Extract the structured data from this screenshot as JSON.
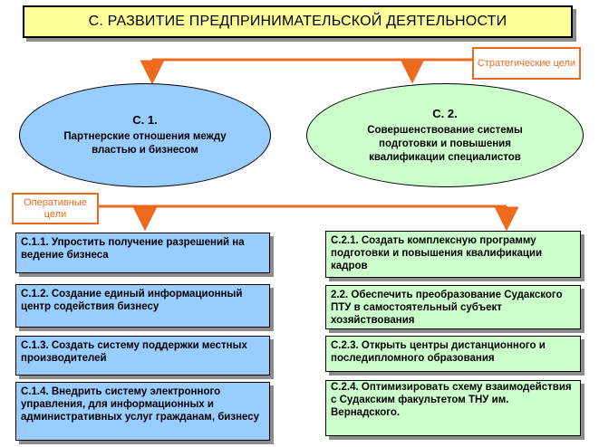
{
  "title": "С. РАЗВИТИЕ ПРЕДПРИНИМАТЕЛЬСКОЙ ДЕЯТЕЛЬНОСТИ",
  "labels": {
    "strategic": "Стратегические цели",
    "operational": "Оперативные цели"
  },
  "strategic_goals": [
    {
      "code": "С. 1.",
      "text": "Партнерские отношения между властью и бизнесом"
    },
    {
      "code": "С. 2.",
      "text": "Совершенствование системы подготовки и повышения квалификации специалистов"
    }
  ],
  "operational_goals": {
    "left": [
      "С.1.1. Упростить получение разрешений на ведение бизнеса",
      "С.1.2. Создание единый информационный центр содействия бизнесу",
      "С.1.3. Создать систему поддержки местных производителей",
      "С.1.4. Внедрить систему электронного управления, для информационных и административных услуг гражданам, бизнесу"
    ],
    "right": [
      "С.2.1. Создать комплексную программу подготовки и повышения квалификации кадров",
      "2.2. Обеспечить преобразование Судакского ПТУ в самостоятельный субъект хозяйствования",
      "С.2.3. Открыть центры дистанционного и последипломного образования",
      "С.2.4. Оптимизировать схему взаимодействия с Судакским факультетом ТНУ им. Вернадского."
    ]
  },
  "colors": {
    "title_bg": "#ffff99",
    "connector": "#ee6a1f",
    "left_fill": "#99ccff",
    "right_fill": "#ccffcc"
  }
}
